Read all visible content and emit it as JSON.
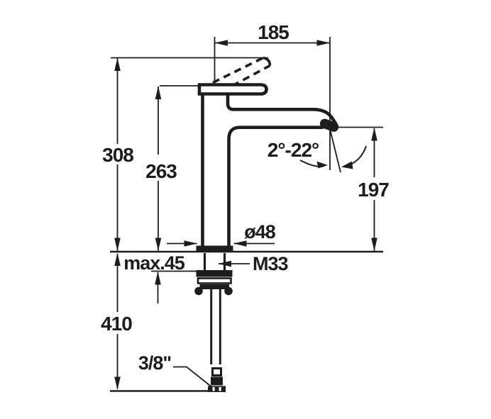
{
  "meta": {
    "drawing_type": "faucet-dimension-drawing",
    "background_color": "#ffffff",
    "line_color": "#1d1d1b"
  },
  "dimensions": {
    "spout_projection": "185",
    "overall_height": "308",
    "height_to_spout": "263",
    "spout_angle_range": "2°-22°",
    "outlet_height": "197",
    "base_diameter": "ø48",
    "max_mounting_thickness": "max.45",
    "shank_thread": "M33",
    "supply_length": "410",
    "connection_size": "3/8\""
  }
}
